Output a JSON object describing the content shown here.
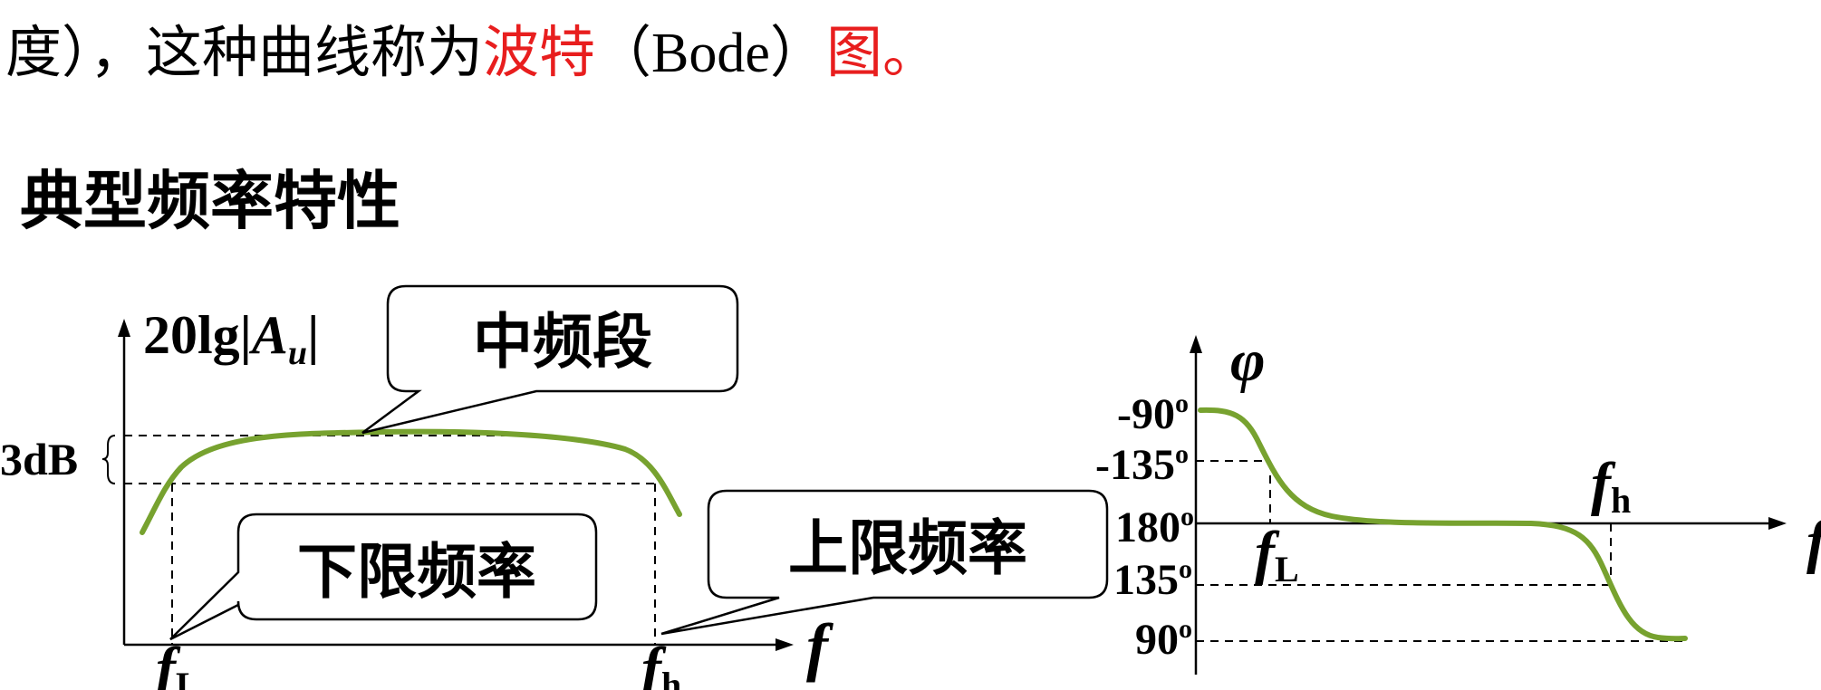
{
  "intro": {
    "part1": "度），这种曲线称为",
    "part2": "波特",
    "part3": "（",
    "part4": "Bode",
    "part5": "）",
    "part6": "图。"
  },
  "heading": "典型频率特性",
  "amplitude_plot": {
    "y_label_prefix": "20lg|",
    "y_label_var": "A",
    "y_label_sub": "u",
    "y_label_suffix": "|",
    "x_label": "f",
    "db_label": "3dB",
    "f_low_label": "f",
    "f_low_sub": "L",
    "f_high_label": "f",
    "f_high_sub": "h",
    "callout_mid": "中频段",
    "callout_low": "下限频率",
    "callout_high": "上限频率"
  },
  "phase_plot": {
    "y_label": "φ",
    "x_label": "f",
    "ticks": [
      {
        "label": "-90",
        "deg": "o"
      },
      {
        "label": "-135",
        "deg": "o"
      },
      {
        "label": "180",
        "deg": "o"
      },
      {
        "label": "135",
        "deg": "o"
      },
      {
        "label": "90",
        "deg": "o"
      }
    ],
    "f_low_label": "f",
    "f_low_sub": "L",
    "f_high_label": "f",
    "f_high_sub": "h"
  },
  "colors": {
    "curve": "#77a22f",
    "accent_red": "#e81e1e"
  }
}
